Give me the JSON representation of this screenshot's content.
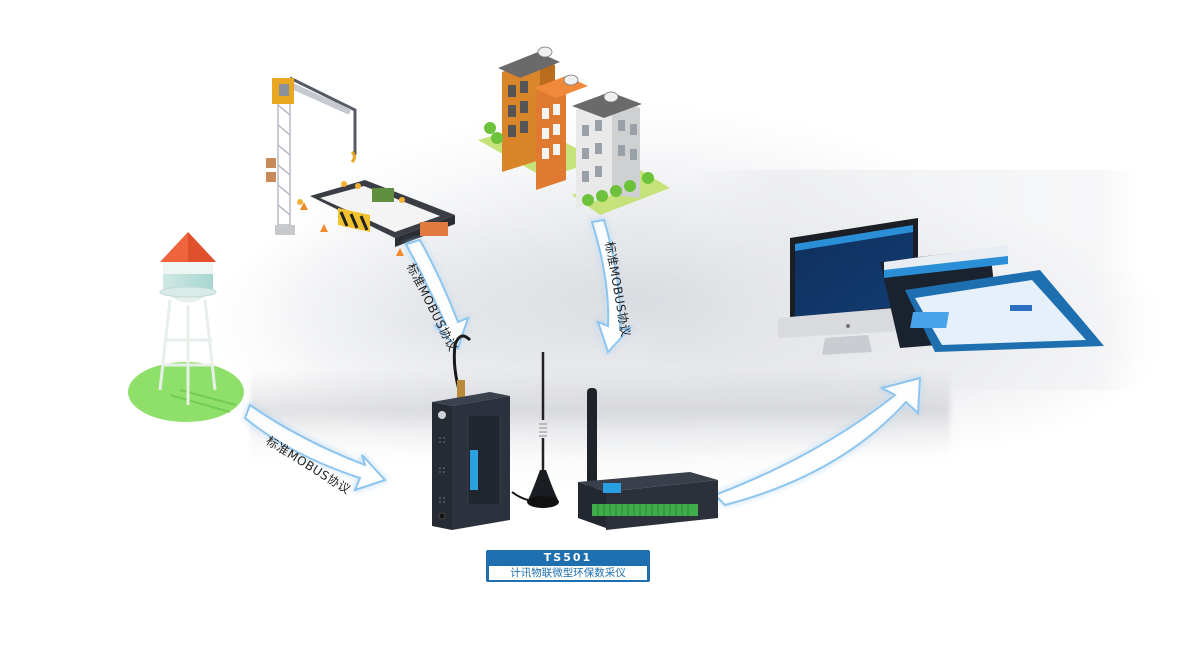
{
  "diagram": {
    "nodes": [
      {
        "id": "water-tower",
        "label": "Water tower"
      },
      {
        "id": "construction-site",
        "label": "Construction site"
      },
      {
        "id": "residential-buildings",
        "label": "Residential buildings"
      },
      {
        "id": "data-collector",
        "label": "TS501"
      },
      {
        "id": "monitoring-platform",
        "label": "Monitoring platform"
      }
    ],
    "arrows": [
      {
        "from": "water-tower",
        "to": "data-collector",
        "label": "标准MOBUS协议"
      },
      {
        "from": "construction-site",
        "to": "data-collector",
        "label": "标准MOBUS协议"
      },
      {
        "from": "residential-buildings",
        "to": "data-collector",
        "label": "标准MOBUS协议"
      },
      {
        "from": "data-collector",
        "to": "monitoring-platform",
        "label": ""
      }
    ]
  },
  "product": {
    "model": "TS501",
    "description": "计讯物联微型环保数采仪"
  },
  "colors": {
    "label_blue": "#1d6fb0",
    "arrow_glow": "#8ec5ee",
    "device_body": "#2a2f3a",
    "terminal_green": "#3fae4a",
    "roof_red": "#f0643c",
    "grass_green": "#8ee06a"
  }
}
